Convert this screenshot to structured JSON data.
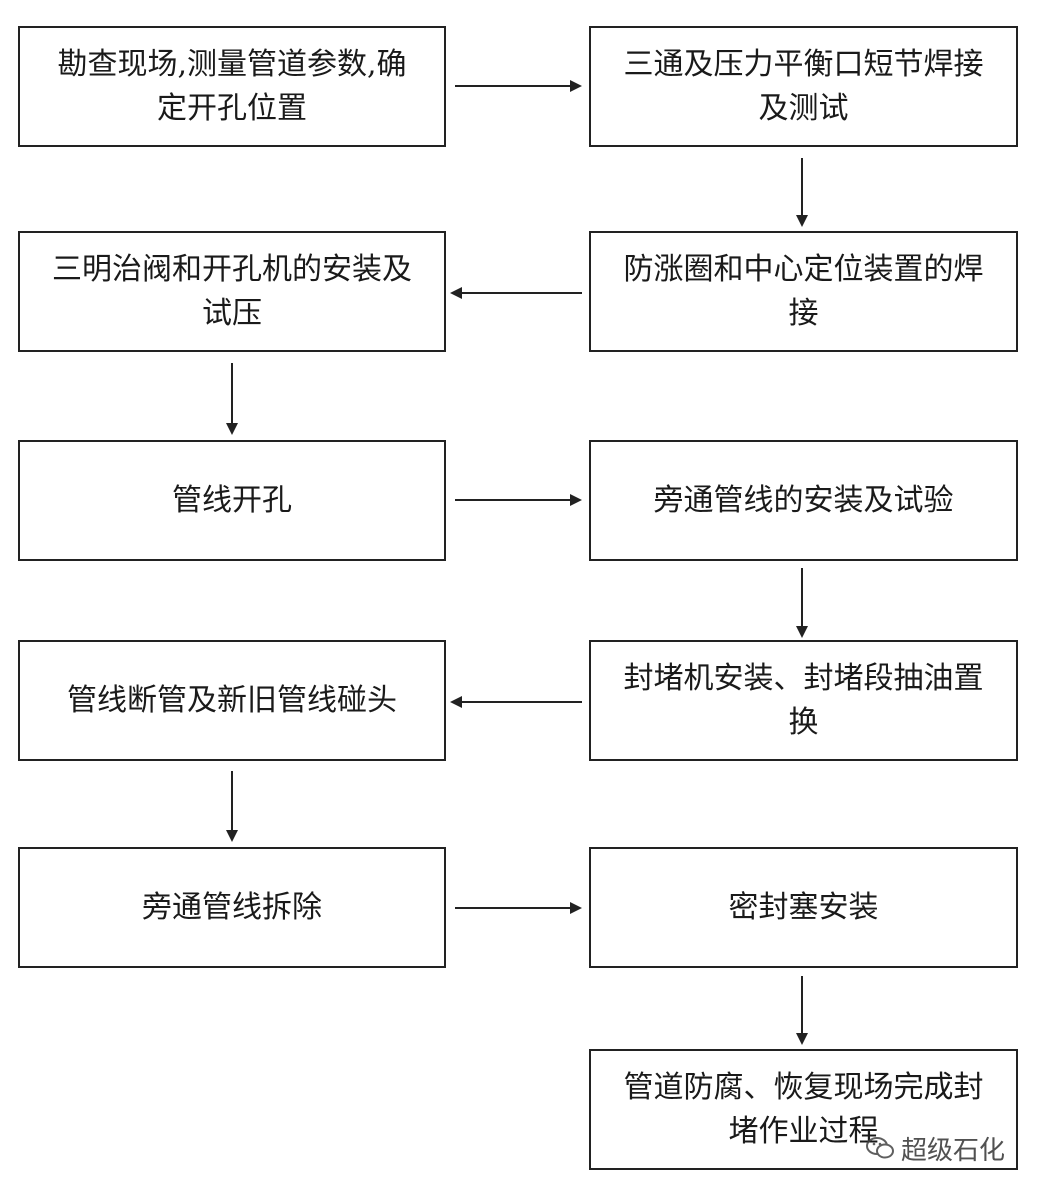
{
  "steps": [
    {
      "id": "s1",
      "text": "勘查现场,测量管道参数,确定开孔位置"
    },
    {
      "id": "s2",
      "text": "三通及压力平衡口短节焊接及测试"
    },
    {
      "id": "s3",
      "text": "防涨圈和中心定位装置的焊接"
    },
    {
      "id": "s4",
      "text": "三明治阀和开孔机的安装及试压"
    },
    {
      "id": "s5",
      "text": "管线开孔"
    },
    {
      "id": "s6",
      "text": "旁通管线的安装及试验"
    },
    {
      "id": "s7",
      "text": "封堵机安装、封堵段抽油置换"
    },
    {
      "id": "s8",
      "text": "管线断管及新旧管线碰头"
    },
    {
      "id": "s9",
      "text": "旁通管线拆除"
    },
    {
      "id": "s10",
      "text": "密封塞安装"
    },
    {
      "id": "s11",
      "text": "管道防腐、恢复现场完成封堵作业过程"
    }
  ],
  "watermark": {
    "text": "超级石化",
    "icon": "wechat-icon"
  }
}
